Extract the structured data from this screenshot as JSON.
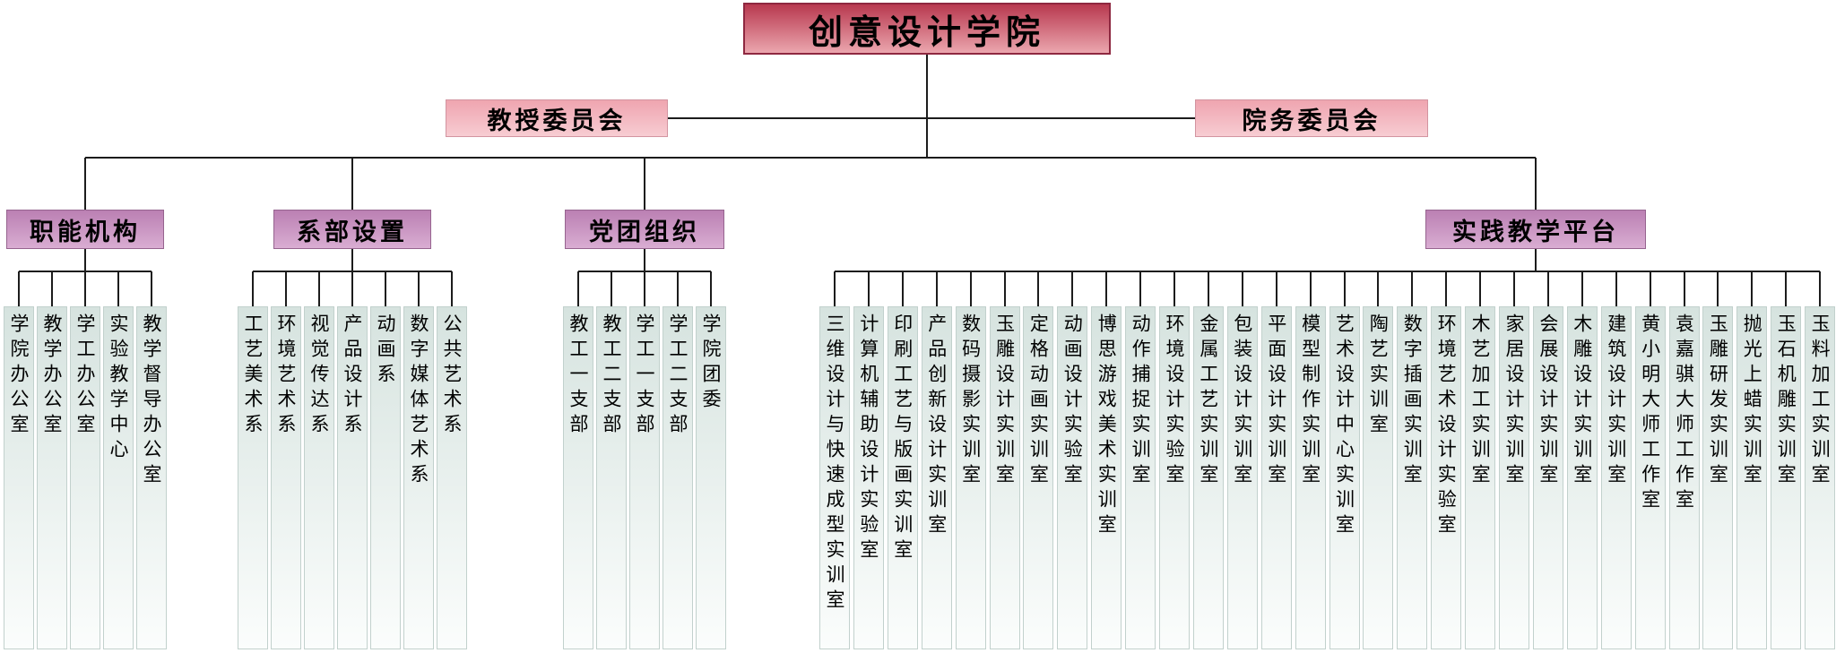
{
  "root": {
    "label": "创意设计学院"
  },
  "committees": [
    {
      "label": "教授委员会"
    },
    {
      "label": "院务委员会"
    }
  ],
  "groups": [
    {
      "label": "职能机构",
      "items": [
        "学院办公室",
        "教学办公室",
        "学工办公室",
        "实验教学中心",
        "教学督导办公室"
      ]
    },
    {
      "label": "系部设置",
      "items": [
        "工艺美术系",
        "环境艺术系",
        "视觉传达系",
        "产品设计系",
        "动画系",
        "数字媒体艺术系",
        "公共艺术系"
      ]
    },
    {
      "label": "党团组织",
      "items": [
        "教工一支部",
        "教工二支部",
        "学工一支部",
        "学工二支部",
        "学院团委"
      ]
    },
    {
      "label": "实践教学平台",
      "items": [
        "三维设计与快速成型实训室",
        "计算机辅助设计实验室",
        "印刷工艺与版画实训室",
        "产品创新设计实训室",
        "数码摄影实训室",
        "玉雕设计实训室",
        "定格动画实训室",
        "动画设计实验室",
        "博思游戏美术实训室",
        "动作捕捉实训室",
        "环境设计实验室",
        "金属工艺实训室",
        "包装设计实训室",
        "平面设计实训室",
        "模型制作实训室",
        "艺术设计中心实训室",
        "陶艺实训室",
        "数字插画实训室",
        "环境艺术设计实验室",
        "木艺加工实训室",
        "家居设计实训室",
        "会展设计实训室",
        "木雕设计实训室",
        "建筑设计实训室",
        "黄小明大师工作室",
        "袁嘉骐大师工作室",
        "玉雕研发实训室",
        "抛光上蜡实训室",
        "玉石机雕实训室",
        "玉料加工实训室"
      ]
    }
  ],
  "colors": {
    "root_top": "#b8394f",
    "root_bottom": "#eba6ae",
    "root_border": "#8e2840",
    "committee_top": "#efa5b0",
    "committee_bottom": "#f7ccd2",
    "committee_border": "#d294a0",
    "category_top": "#bb80b3",
    "category_bottom": "#d9add2",
    "category_border": "#96648f",
    "leaf_top": "#d6e3df",
    "leaf_bottom": "#fbfdfc",
    "leaf_border": "#c2d1cd",
    "line": "#1c1c1c",
    "text": "#000000"
  }
}
